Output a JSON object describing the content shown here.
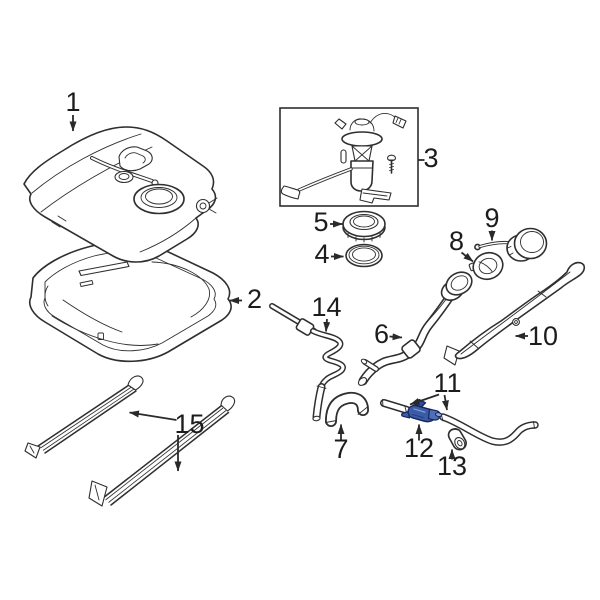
{
  "diagram": {
    "background_color": "#ffffff",
    "line_color": "#2f2f2f",
    "label_color": "#1c1c1c",
    "highlight": {
      "callout_number": "12",
      "fill": "#3a5ba6",
      "fill_light": "#4f6fb5",
      "fill_dark": "#2e4d97",
      "outline": "#16255e",
      "sheen": "#8aa2d6"
    },
    "callouts": [
      {
        "number": "1"
      },
      {
        "number": "2"
      },
      {
        "number": "3"
      },
      {
        "number": "4"
      },
      {
        "number": "5"
      },
      {
        "number": "6"
      },
      {
        "number": "7"
      },
      {
        "number": "8"
      },
      {
        "number": "9"
      },
      {
        "number": "10"
      },
      {
        "number": "11"
      },
      {
        "number": "12"
      },
      {
        "number": "13"
      },
      {
        "number": "14"
      },
      {
        "number": "15"
      }
    ]
  }
}
